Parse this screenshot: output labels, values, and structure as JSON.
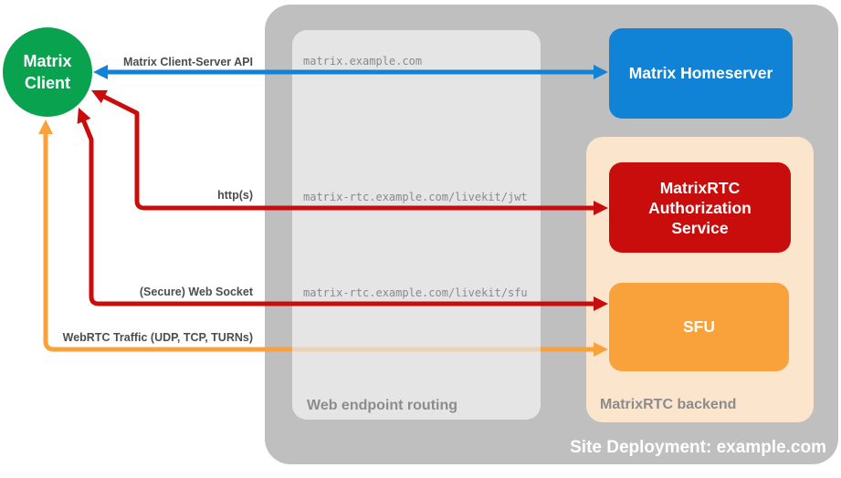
{
  "nodes": {
    "client": {
      "label": "Matrix Client",
      "color": "#09a350"
    },
    "homeserver": {
      "label": "Matrix Homeserver",
      "color": "#1183d6"
    },
    "auth_service": {
      "label": "MatrixRTC Authorization Service",
      "color": "#c90c0c"
    },
    "sfu": {
      "label": "SFU",
      "color": "#f9a23c"
    }
  },
  "containers": {
    "site_deployment": {
      "label": "Site Deployment: example.com",
      "color": "#bfbfbf"
    },
    "web_endpoint_routing": {
      "label": "Web endpoint routing",
      "color": "#e5e5e5"
    },
    "matrixrtc_backend": {
      "label": "MatrixRTC backend",
      "color": "#fce5cd"
    }
  },
  "endpoints": {
    "homeserver_url": "matrix.example.com",
    "jwt_url": "matrix-rtc.example.com/livekit/jwt",
    "sfu_url": "matrix-rtc.example.com/livekit/sfu"
  },
  "arrows": {
    "client_server_api": {
      "label": "Matrix Client-Server API",
      "color": "#1183d6"
    },
    "https": {
      "label": "http(s)",
      "color": "#c90c0c"
    },
    "websocket": {
      "label": "(Secure) Web Socket",
      "color": "#c90c0c"
    },
    "webrtc": {
      "label": "WebRTC Traffic (UDP, TCP, TURNs)",
      "color": "#f9a23c"
    }
  },
  "colors": {
    "green": "#09a350",
    "blue": "#1183d6",
    "red": "#c90c0c",
    "orange": "#f9a23c",
    "peach": "#fce5cd",
    "gray-container": "#bfbfbf",
    "gray-box": "#e5e5e5",
    "gray-label": "#8c8c8c",
    "arrow-label": "#4d4d4d",
    "url-text": "#8a8a8a"
  }
}
